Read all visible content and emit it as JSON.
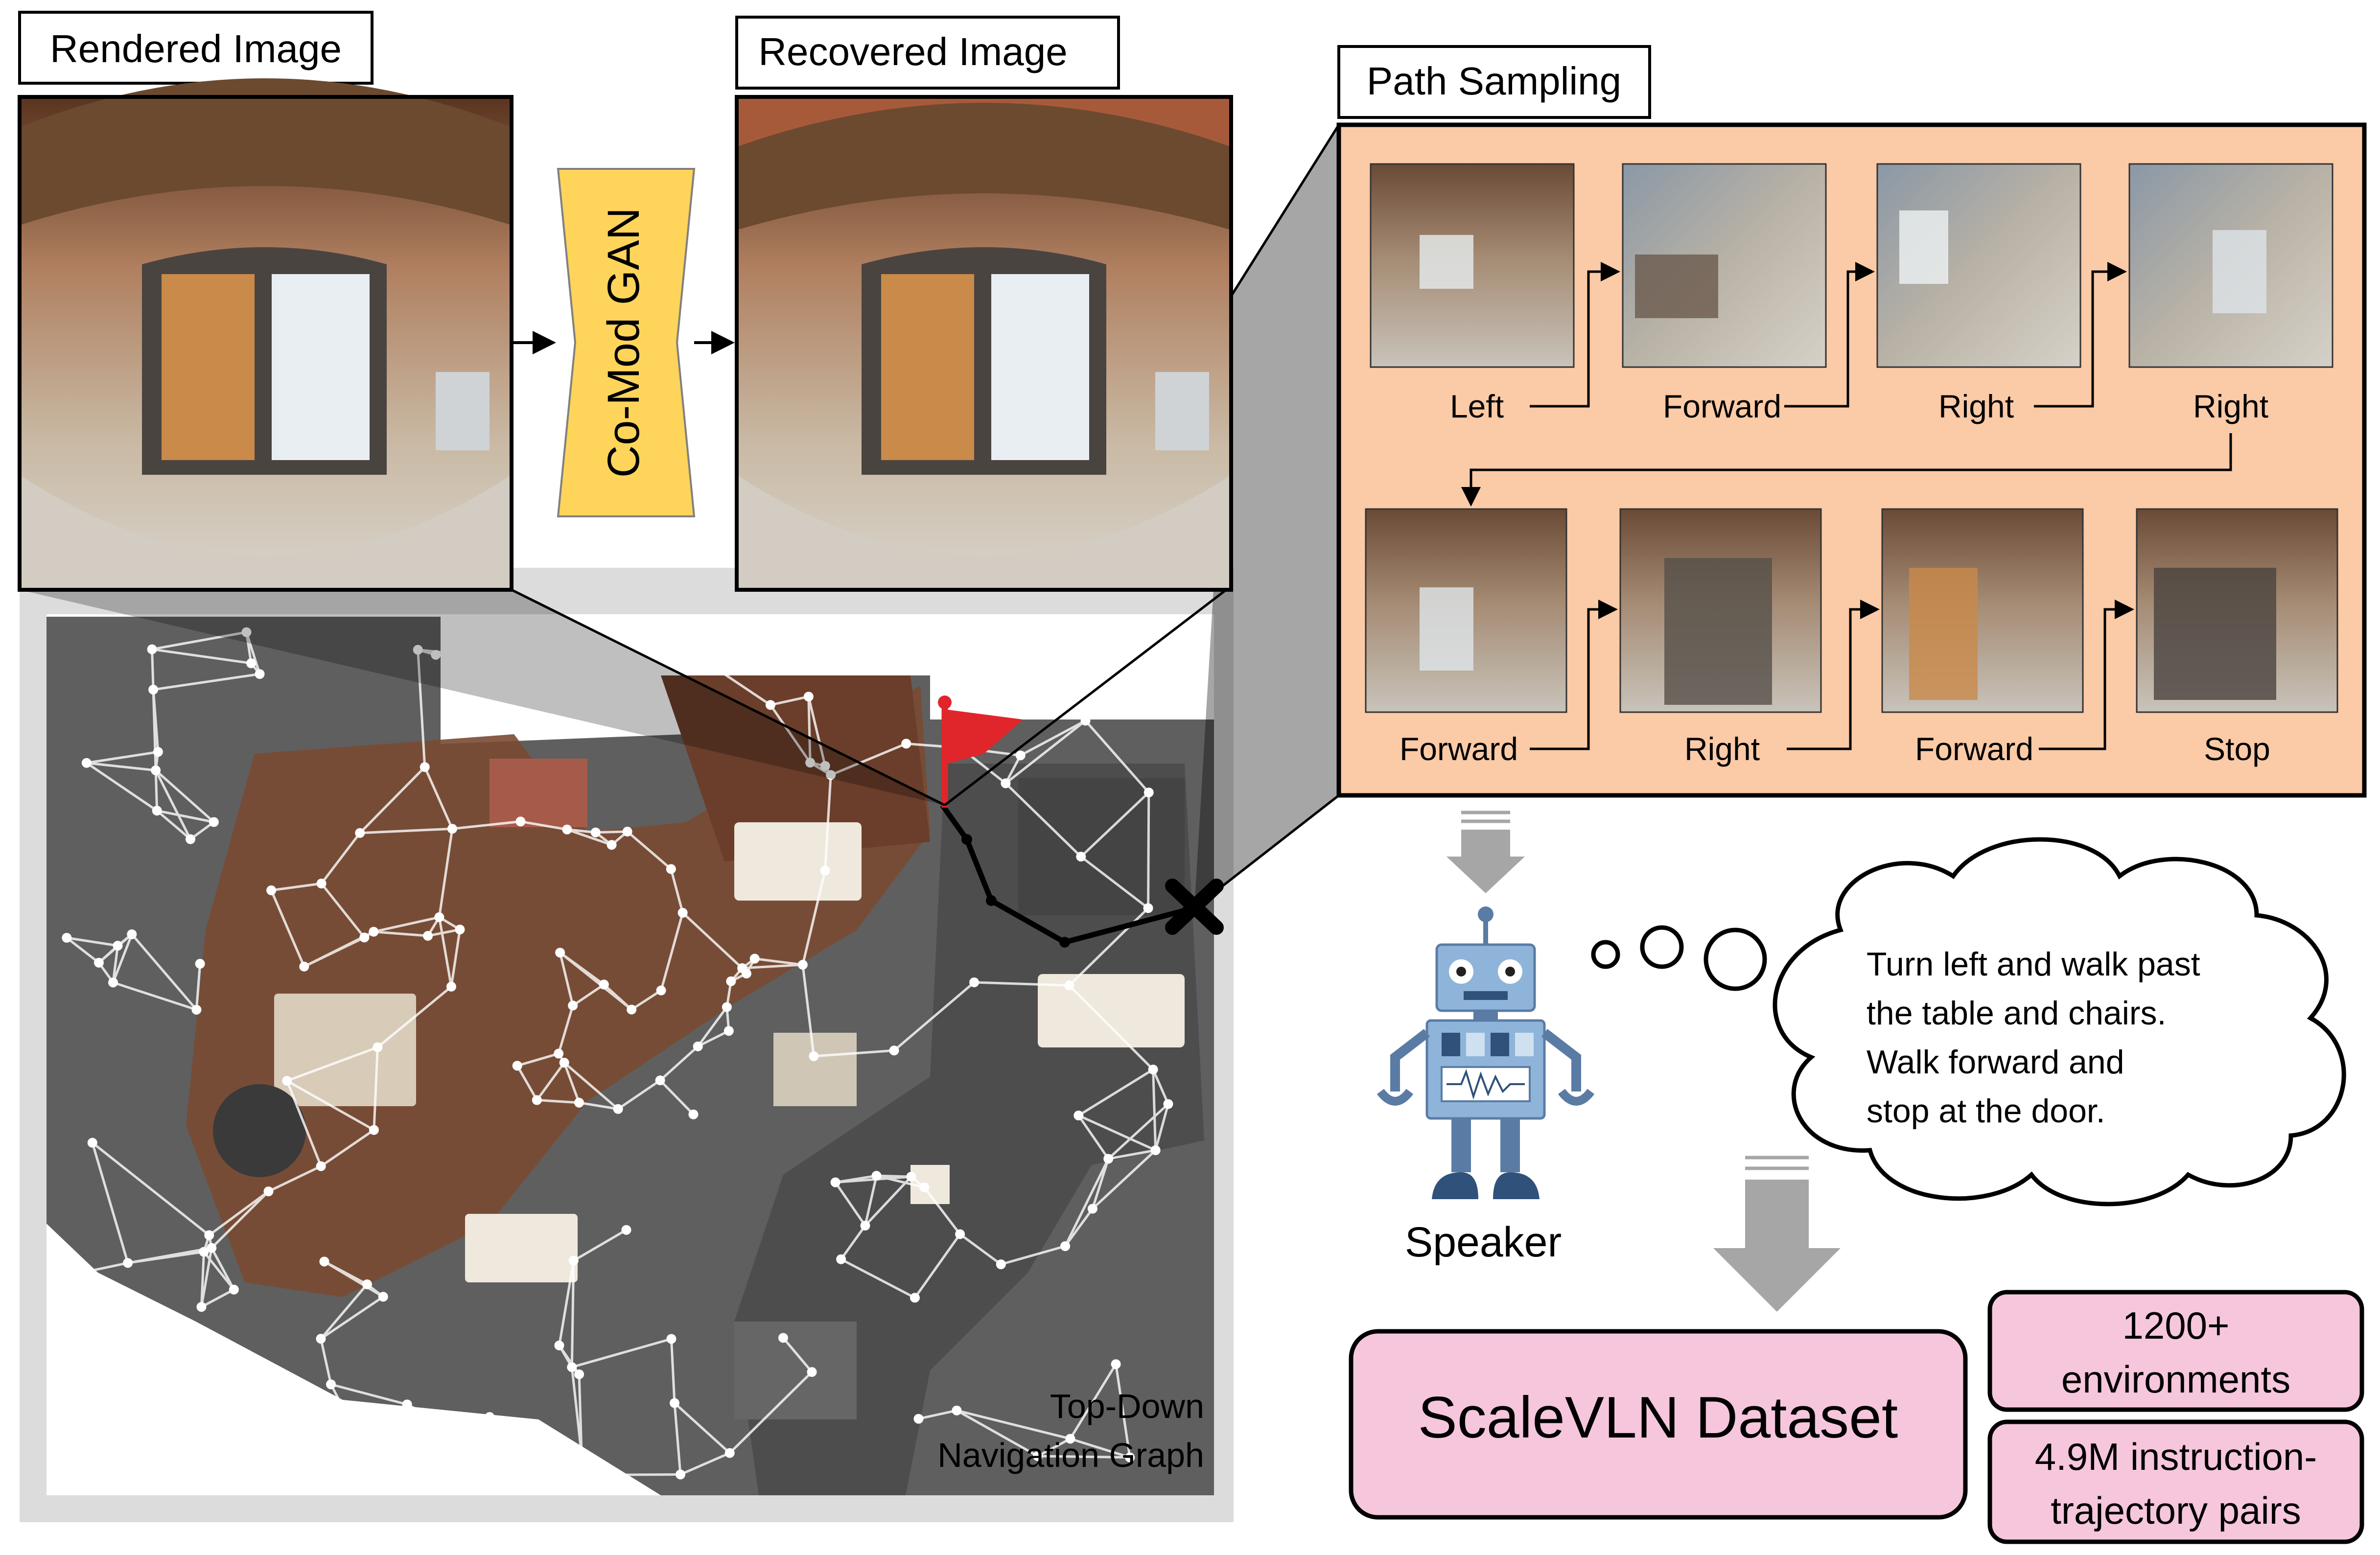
{
  "rendered": {
    "label": "Rendered Image"
  },
  "recovered": {
    "label": "Recovered Image"
  },
  "gan": {
    "label": "Co-Mod GAN"
  },
  "path_sampling": {
    "label": "Path Sampling",
    "actions": [
      "Left",
      "Forward",
      "Right",
      "Right",
      "Forward",
      "Right",
      "Forward",
      "Stop"
    ]
  },
  "map": {
    "label_line1": "Top-Down",
    "label_line2": "Navigation Graph"
  },
  "speaker": {
    "label": "Speaker"
  },
  "instruction": {
    "lines": [
      "Turn left and walk past",
      "the table and chairs.",
      "Walk forward and",
      "stop at the door."
    ]
  },
  "dataset": {
    "title": "ScaleVLN Dataset",
    "stat1_line1": "1200+",
    "stat1_line2": "environments",
    "stat2_line1": "4.9M instruction-",
    "stat2_line2": "trajectory pairs"
  },
  "colors": {
    "panel_bg": "#fbcaa6",
    "dataset_pink": "#f5c6dc",
    "gan_yellow": "#ffd45a",
    "arrow_gray": "#a6a6a6",
    "flag_red": "#e0262b",
    "robot_blue": "#8fb4da"
  }
}
